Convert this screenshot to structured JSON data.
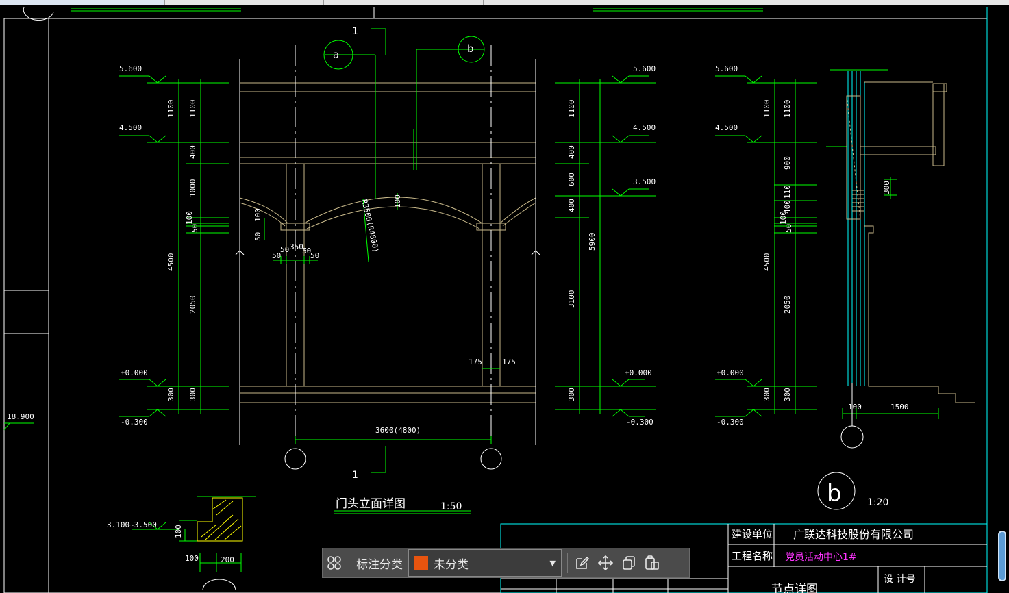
{
  "colors": {
    "green": "#00ff00",
    "white": "#ffffff",
    "cyan": "#00ffff",
    "magenta": "#ff33ff",
    "yellow": "#ffff00",
    "tan": "#c8b98a",
    "swatch": "#e8540f"
  },
  "elev_left": {
    "e1": "5.600",
    "e2": "4.500",
    "e3": "±0.000",
    "e4": "-0.300"
  },
  "elev_mid": {
    "e1": "5.600",
    "e2": "4.500",
    "e3": "3.500",
    "e4": "±0.000",
    "e5": "-0.300"
  },
  "elev_right": {
    "e1": "5.600",
    "e2": "4.500",
    "e3": "±0.000",
    "e4": "-0.300"
  },
  "elev_far_left": "18.900",
  "elev_detail": "3.100~3.500",
  "dims": {
    "d1100a": "1100",
    "d1100b": "1100",
    "d400a": "400",
    "d1000": "1000",
    "d100a": "100",
    "d50a": "50",
    "d4500a": "4500",
    "d2050a": "2050",
    "d300a": "300",
    "d300b": "300",
    "d50b": "50",
    "d100b": "100",
    "s50a": "50",
    "s50b": "50",
    "s350": "350",
    "s50c": "50",
    "s50d": "50",
    "arc": "R3500(R4800)",
    "arc100": "100",
    "m1100": "1100",
    "m400a": "400",
    "m600": "600",
    "m400b": "400",
    "m5900": "5900",
    "m3100": "3100",
    "m300": "300",
    "c175a": "175",
    "c175b": "175",
    "span": "3600(4800)",
    "r1100a": "1100",
    "r1100b": "1100",
    "r900": "900",
    "r110": "110",
    "r400": "400",
    "r100": "100",
    "r50": "50",
    "r4500": "4500",
    "r2050": "2050",
    "r300a": "300",
    "r300b": "300",
    "r300c": "300",
    "b100": "100",
    "b1500": "1500",
    "dt100": "100",
    "dt200": "200",
    "dtv100": "100"
  },
  "section_mark": {
    "top": "1",
    "bottom": "1"
  },
  "bubbles": {
    "a": "a",
    "b": "b",
    "b2": "b"
  },
  "drawing": {
    "title": "门头立面详图",
    "scale": "1:50",
    "detail_scale": "1:20"
  },
  "title_block": {
    "client_label": "建设单位",
    "client_value": "广联达科技股份有限公司",
    "project_label": "工程名称",
    "project_value": "党员活动中心1#",
    "drawing_name": "节点详图",
    "design_no_label": "设 计号"
  },
  "toolbar": {
    "category_label": "标注分类",
    "category_value": "未分类"
  }
}
